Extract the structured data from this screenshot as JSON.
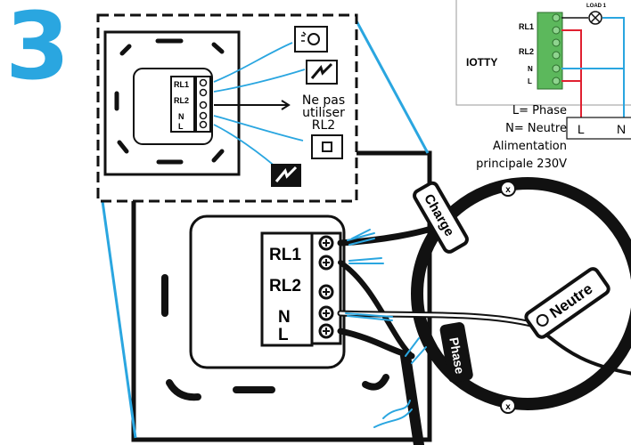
{
  "step": {
    "number": "3"
  },
  "scheme": {
    "module": "IOTTY",
    "terminals": [
      "RL1",
      "RL2",
      "N",
      "L"
    ],
    "load": "LOAD 1",
    "legend_l": "L= Phase",
    "legend_n": "N= Neutre",
    "supply_1": "Alimentation",
    "supply_2": "principale 230V",
    "supply_l": "L",
    "supply_n": "N"
  },
  "inset": {
    "terminals": [
      "RL1",
      "RL2",
      "N",
      "L"
    ],
    "warn_1": "Ne pas",
    "warn_2": "utiliser",
    "warn_3": "RL2",
    "icons": [
      "lamp-icon",
      "lightning-icon",
      "switch-icon",
      "lightning-icon"
    ]
  },
  "main": {
    "terminals": [
      "RL1",
      "RL2",
      "N",
      "L"
    ],
    "tags": {
      "charge": "Charge",
      "neutre": "Neutre",
      "phase": "Phase"
    }
  },
  "colors": {
    "blue": "#2aa6e0",
    "green": "#5cb85c",
    "red": "#e02030",
    "black": "#111111"
  }
}
